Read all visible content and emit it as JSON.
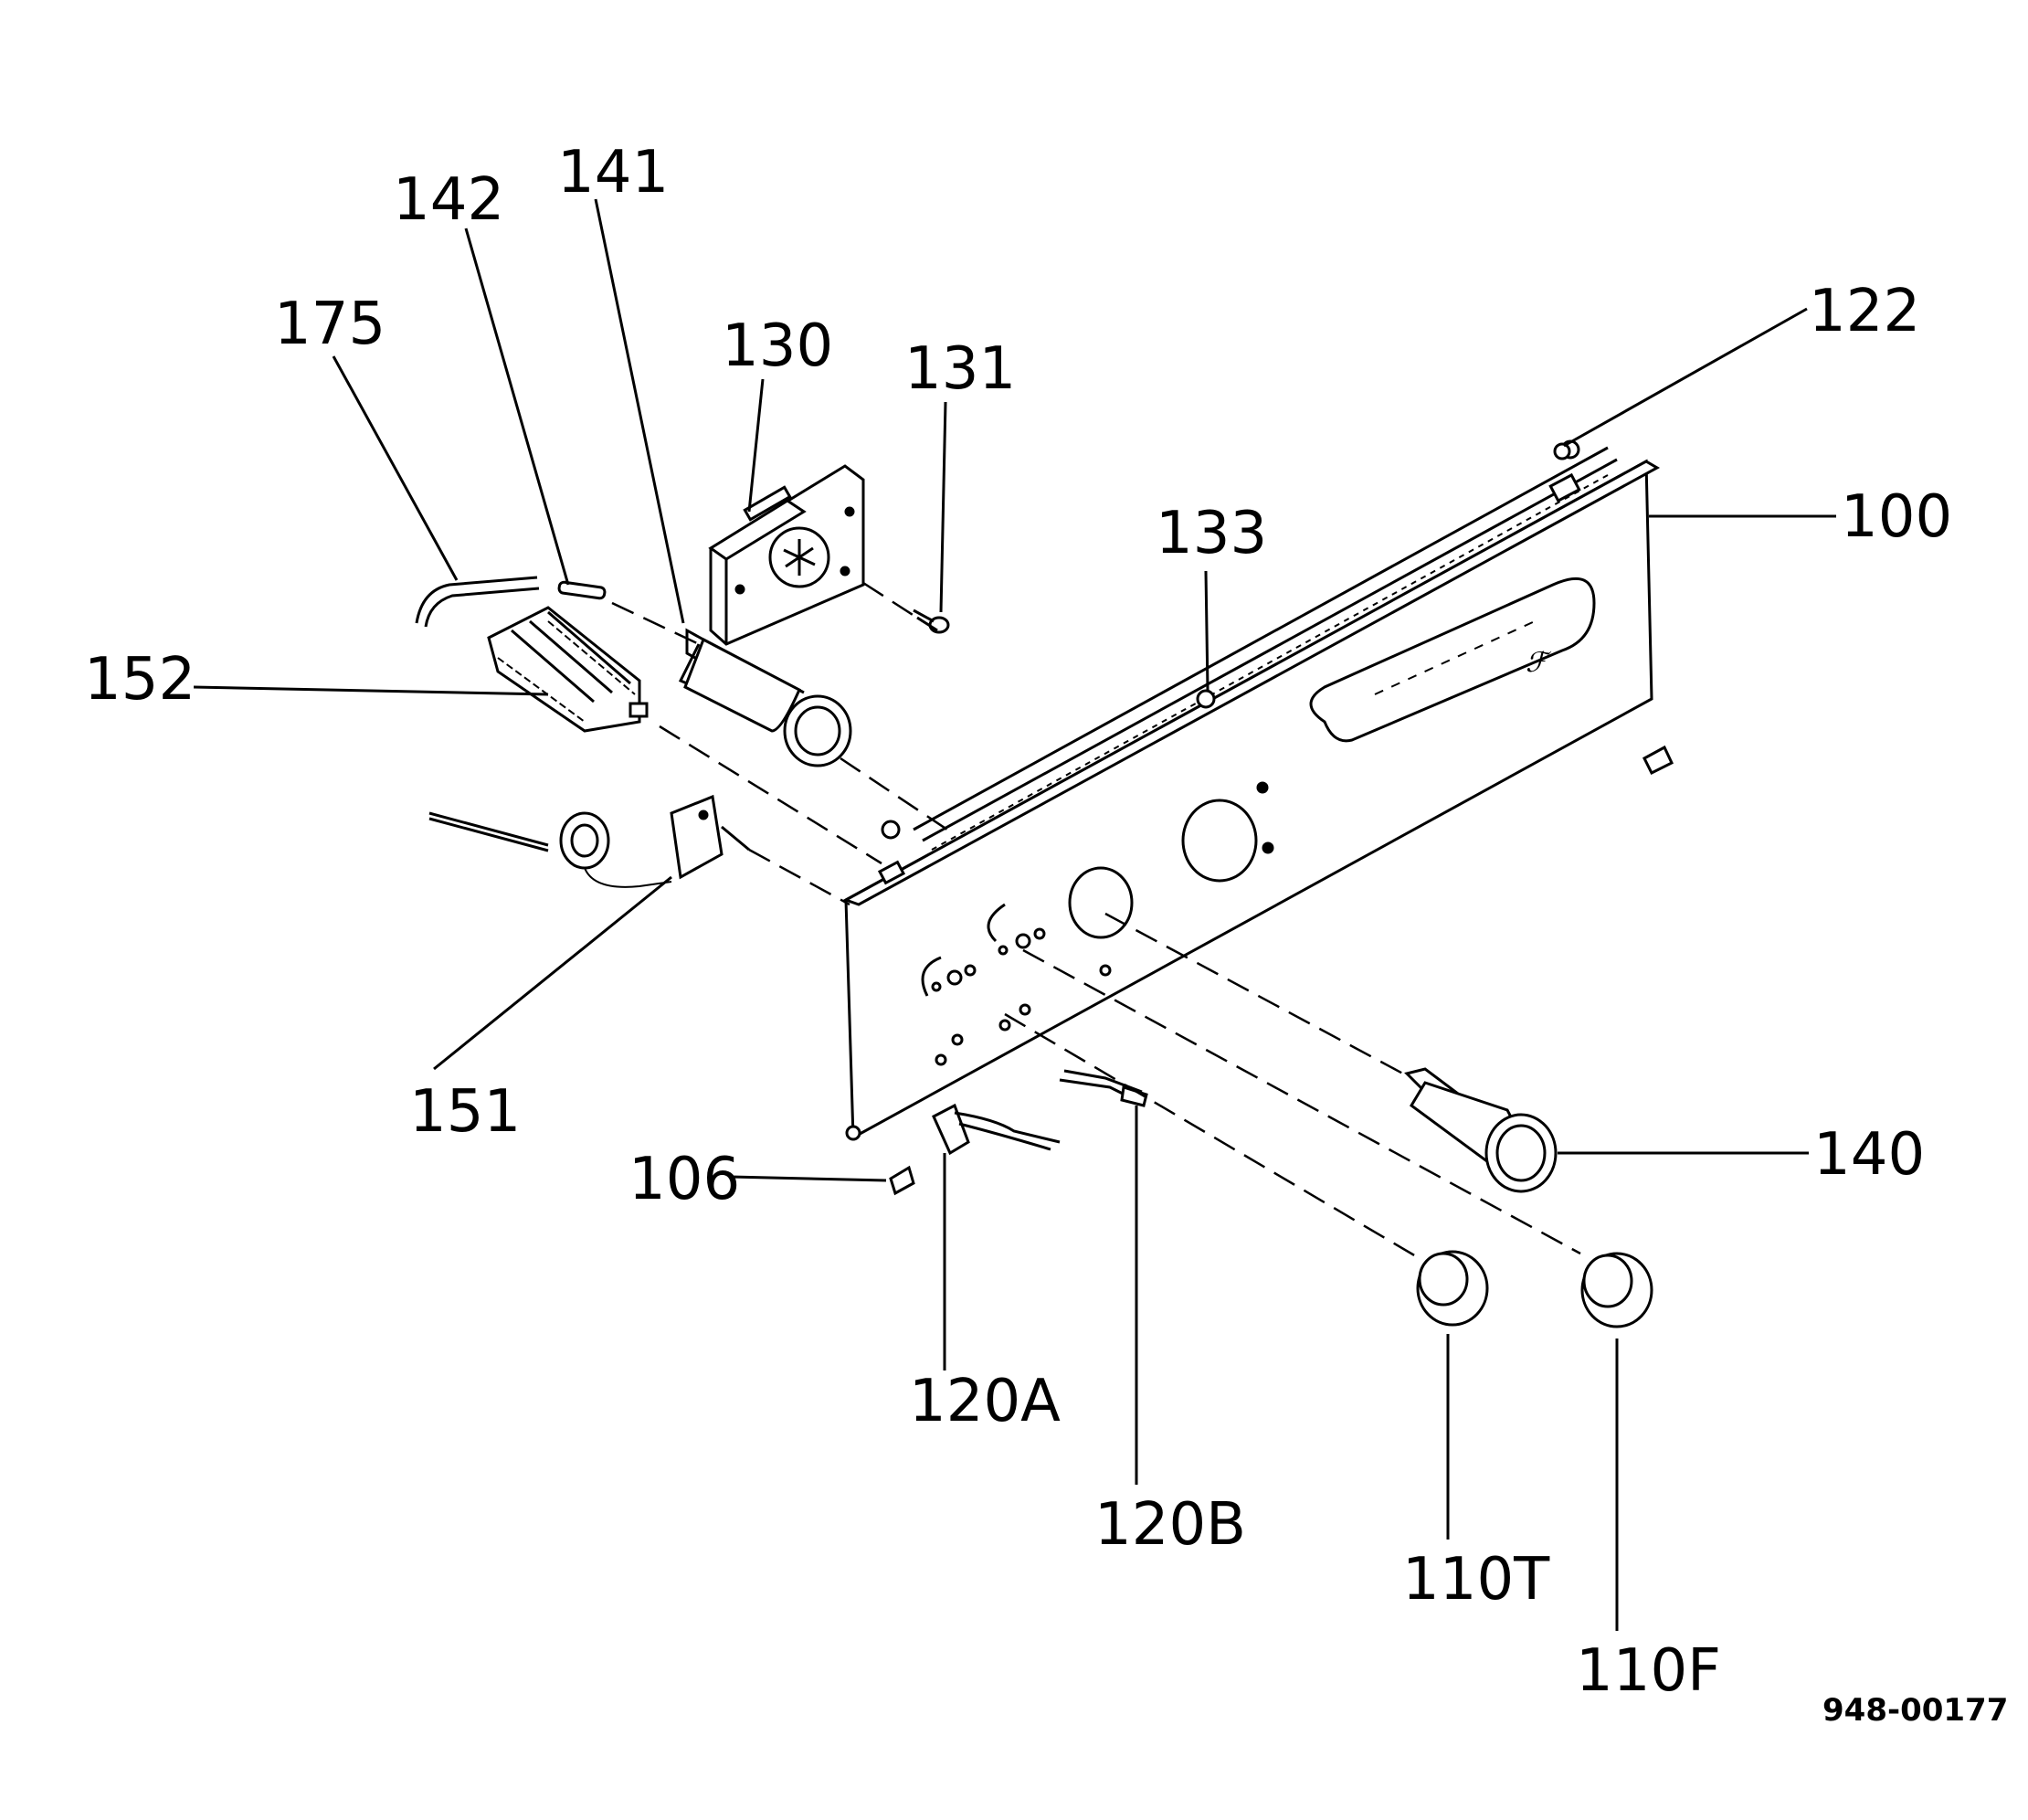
{
  "labels": {
    "p100": "100",
    "p106": "106",
    "p110F": "110F",
    "p110T": "110T",
    "p120A": "120A",
    "p120B": "120B",
    "p122": "122",
    "p130": "130",
    "p131": "131",
    "p133": "133",
    "p140": "140",
    "p141": "141",
    "p142": "142",
    "p151": "151",
    "p152": "152",
    "p175": "175"
  },
  "document_number": "948-00177"
}
